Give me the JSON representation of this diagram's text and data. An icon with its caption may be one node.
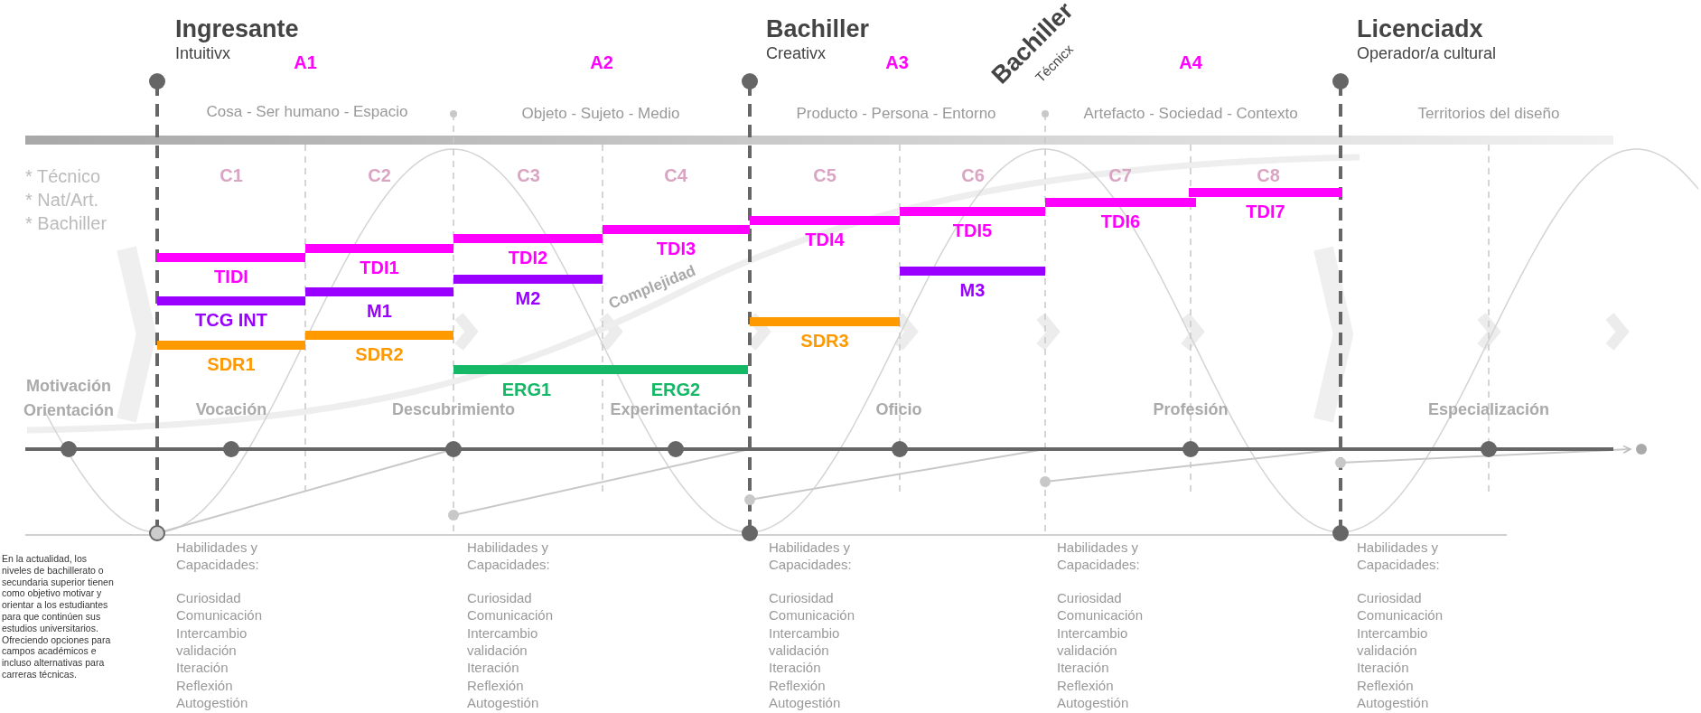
{
  "diagram": {
    "labels": [
      "Ingresante",
      "Intuitivx",
      "A1",
      "A2",
      "Bachiller",
      "Creativx",
      "A3",
      "Bachiller",
      "Técnicx",
      "A4",
      "Licenciadx",
      "Operador/a cultural",
      "Cosa - Ser humano - Espacio",
      "Objeto - Sujeto - Medio",
      "Producto - Persona - Entorno",
      "Artefacto - Sociedad - Contexto",
      "Territorios del diseño",
      "* Técnico",
      "* Nat/Art.",
      "* Bachiller",
      "C1",
      "C2",
      "C3",
      "C4",
      "C5",
      "C6",
      "C7",
      "C8",
      "TIDI",
      "TDI1",
      "TDI2",
      "TDI3",
      "TDI4",
      "TDI5",
      "TDI6",
      "TDI7",
      "TCG INT",
      "M1",
      "M2",
      "M3",
      "SDR1",
      "SDR2",
      "SDR3",
      "ERG1",
      "ERG2",
      "Complejidad",
      "Motivación Orientación",
      "Vocación",
      "Descubrimiento",
      "Experimentación",
      "Oficio",
      "Profesión",
      "Especialización",
      "En la actualidad, los niveles de bachillerato o secundaria superior tienen como objetivo motivar y orientar a los estudiantes para que continúen sus estudios universitarios. Ofreciendo opciones para campos académicos e incluso alternativas para carreras técnicas.",
      "Habilidades y Capacidades:",
      "Curiosidad",
      "Comunicación",
      "Intercambio",
      "validación",
      "Iteración",
      "Reflexión",
      "Autogestión",
      "Habilidades y Capacidades:",
      "Curiosidad",
      "Comunicación",
      "Intercambio",
      "validación",
      "Iteración",
      "Reflexión",
      "Autogestión",
      "Habilidades y Capacidades:",
      "Curiosidad",
      "Comunicación",
      "Intercambio",
      "validación",
      "Iteración",
      "Reflexión",
      "Autogestión",
      "Habilidades y Capacidades:",
      "Curiosidad",
      "Comunicación",
      "Intercambio",
      "validación",
      "Iteración",
      "Reflexión",
      "Autogestión",
      "Habilidades y Capacidades:",
      "Curiosidad",
      "Comunicación",
      "Intercambio",
      "validación",
      "Iteración",
      "Reflexión",
      "Autogestión"
    ]
  }
}
